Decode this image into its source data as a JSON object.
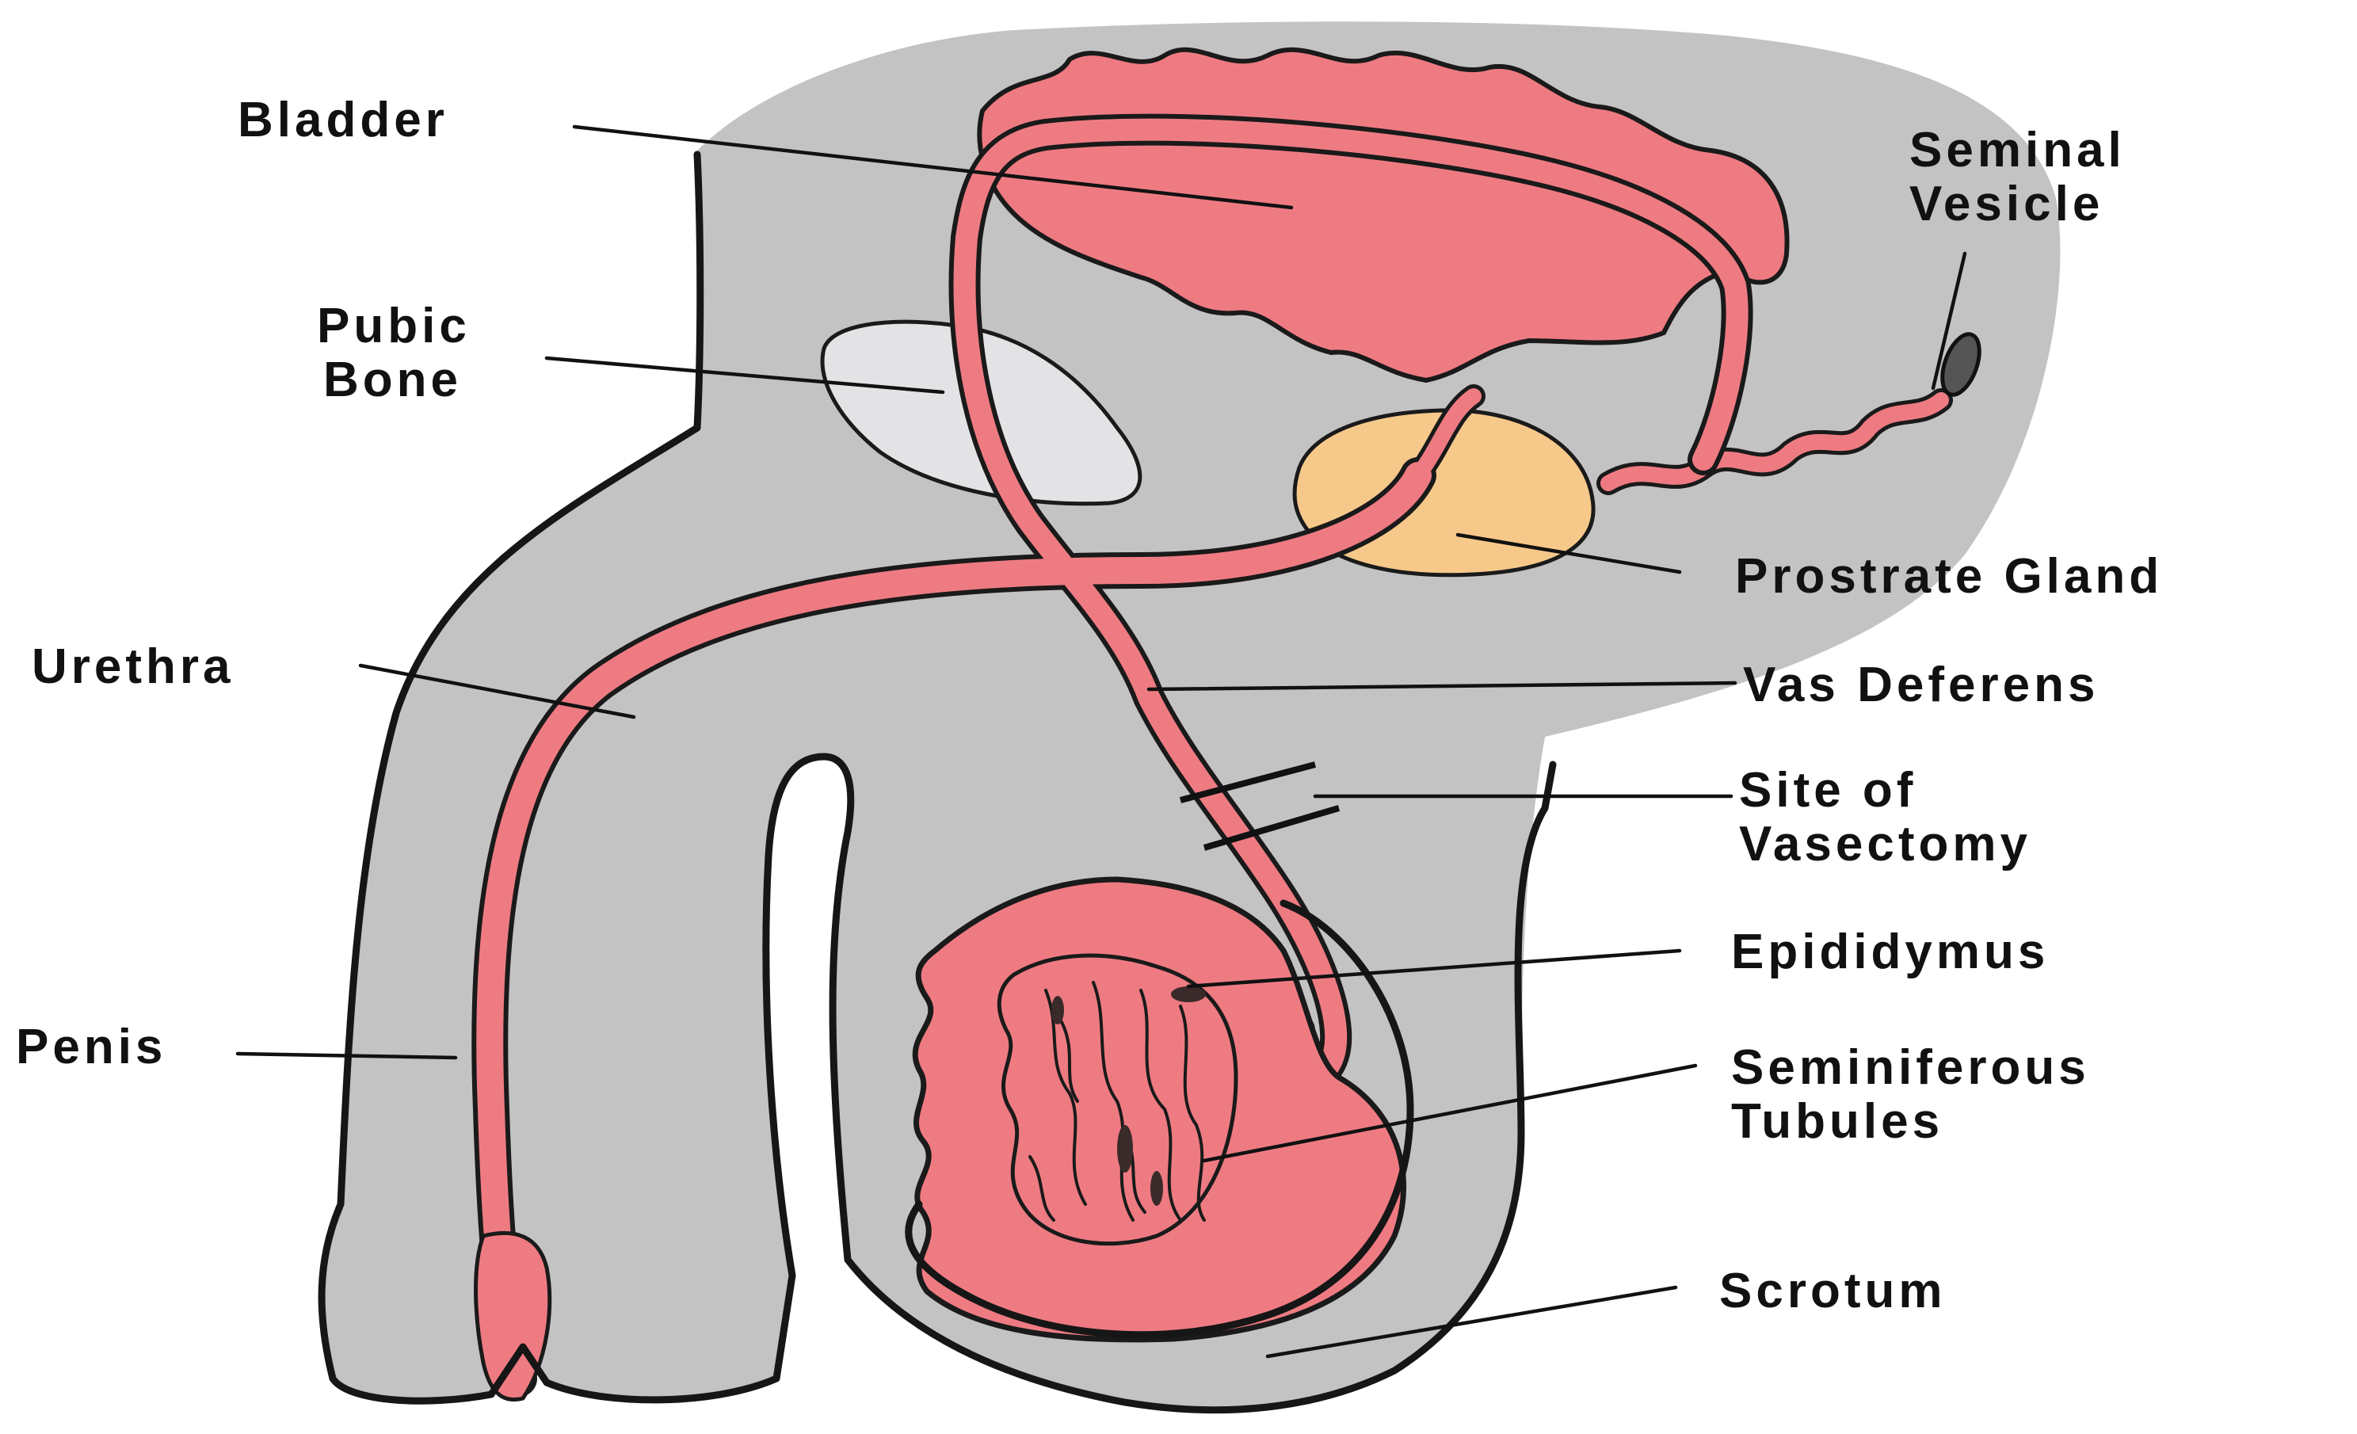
{
  "diagram": {
    "colors": {
      "background": "#ffffff",
      "tissue": "#c3c3c3",
      "organ": "#ef7b82",
      "outline": "#161616",
      "bone": "#e3e3e6",
      "gland": "#f6c98a",
      "text": "#111111"
    },
    "labels": {
      "bladder": "Bladder",
      "seminal_vesicle_line1": "Seminal",
      "seminal_vesicle_line2": "Vesicle",
      "pubic_bone_line1": "Pubic",
      "pubic_bone_line2": "Bone",
      "prostate_gland": "Prostrate Gland",
      "urethra": "Urethra",
      "vas_deferens": "Vas Deferens",
      "vasectomy_line1": "Site of",
      "vasectomy_line2": "Vasectomy",
      "epididymus": "Epididymus",
      "seminiferous_line1": "Seminiferous",
      "seminiferous_line2": "Tubules",
      "penis": "Penis",
      "scrotum": "Scrotum"
    }
  }
}
